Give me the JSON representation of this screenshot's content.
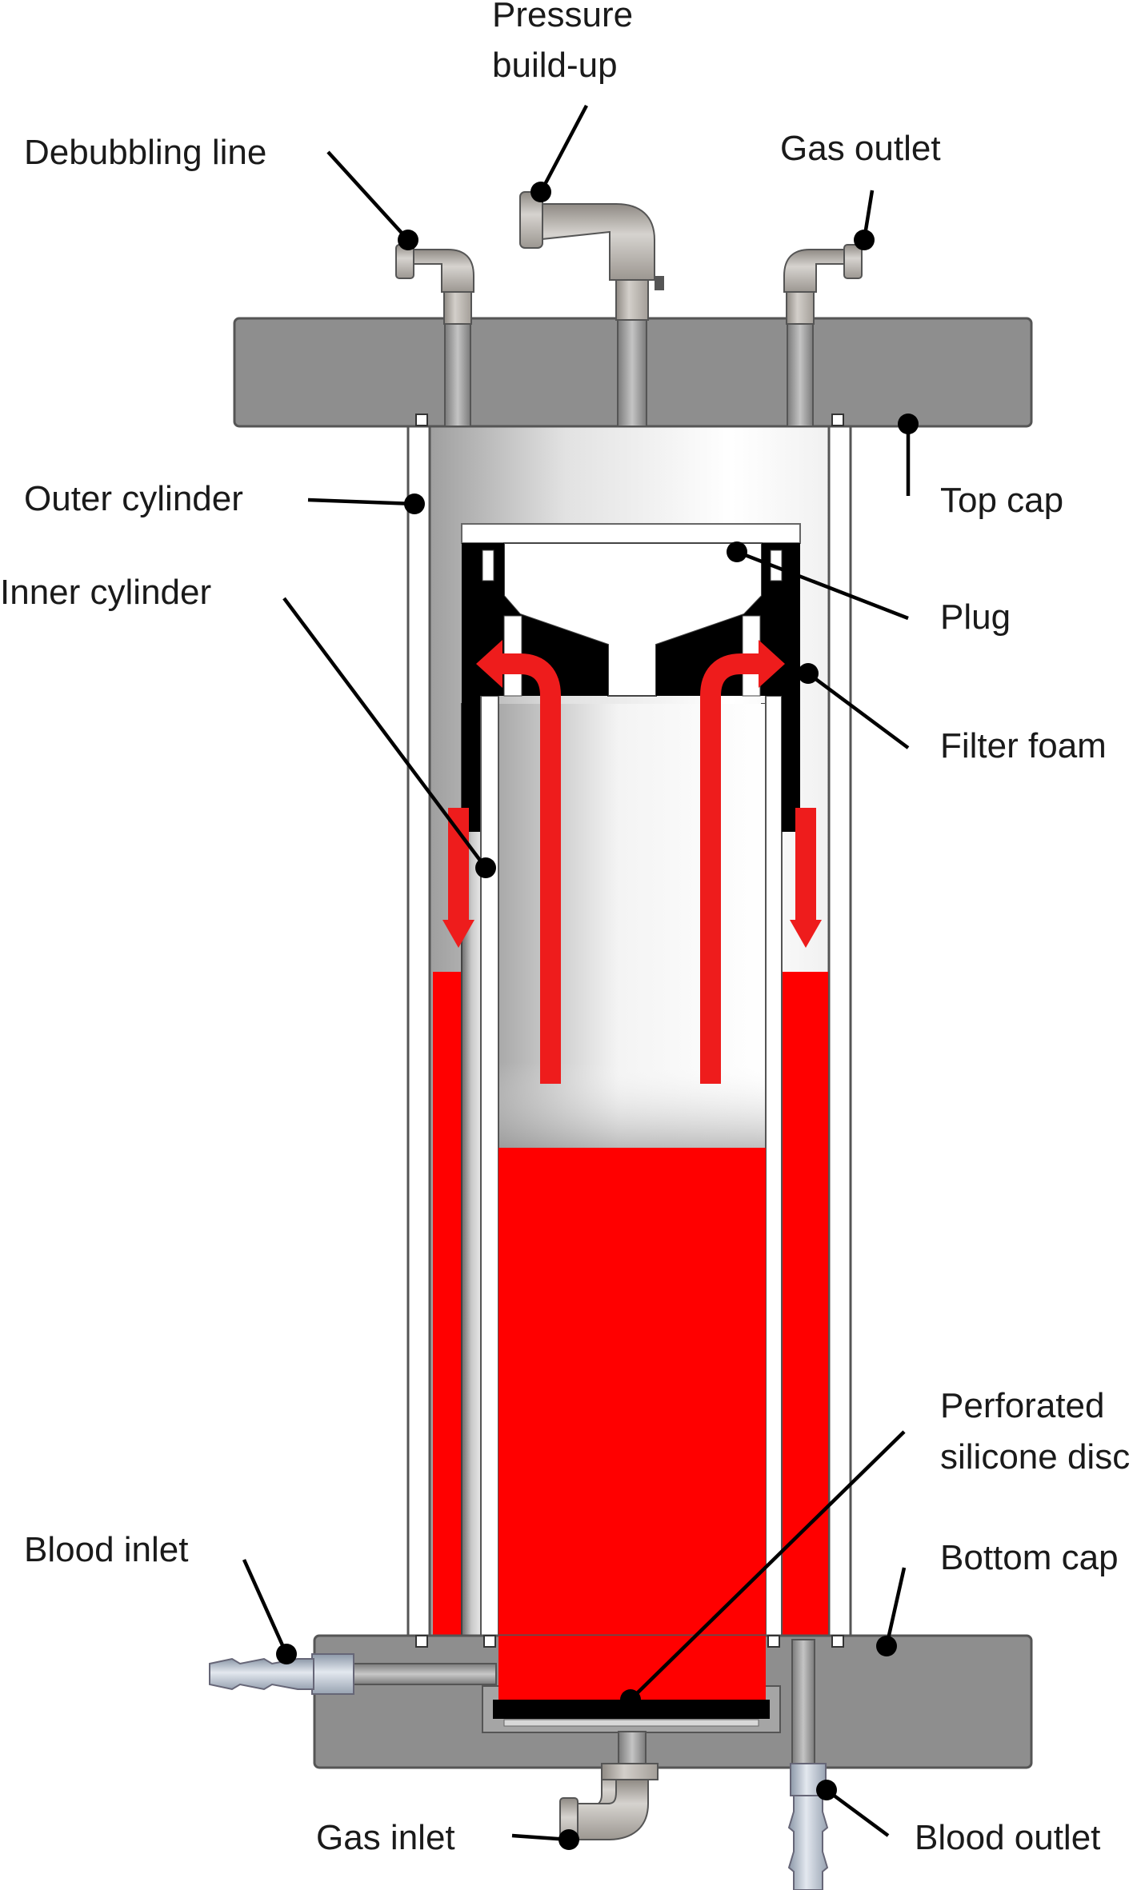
{
  "labels": {
    "pressure_l1": "Pressure",
    "pressure_l2": "build-up",
    "debubbling": "Debubbling line",
    "gas_outlet": "Gas outlet",
    "outer_cylinder": "Outer cylinder",
    "top_cap": "Top cap",
    "inner_cylinder": "Inner cylinder",
    "plug": "Plug",
    "filter_foam": "Filter foam",
    "perforated_l1": "Perforated",
    "perforated_l2": "silicone disc",
    "blood_inlet": "Blood inlet",
    "bottom_cap": "Bottom cap",
    "gas_inlet": "Gas inlet",
    "blood_outlet": "Blood outlet"
  },
  "colors": {
    "blood": "#ff0000",
    "flow_arrow": "#ee1c1c",
    "cap_gray": "#8e8e8e",
    "fitting_gray": "#b4b0aa",
    "foam": "#000000"
  },
  "icons": {
    "flow": "red-flow-arrow",
    "fitting": "elbow-fitting-icon",
    "barb": "hose-barb-icon"
  }
}
